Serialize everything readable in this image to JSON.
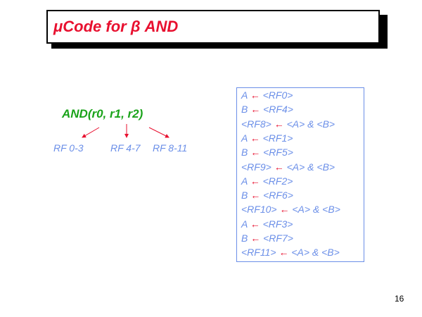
{
  "slide": {
    "title": "μCode for β AND",
    "instruction": "AND(r0, r1, r2)",
    "operands": [
      "RF 0-3",
      "RF 4-7",
      "RF 8-11"
    ],
    "code_lines": [
      {
        "dest": "A",
        "arrow": "←",
        "src": "<RF0>"
      },
      {
        "dest": "B",
        "arrow": "←",
        "src": "<RF4>"
      },
      {
        "dest": "<RF8>",
        "arrow": "←",
        "src": "<A> & <B>"
      },
      {
        "dest": "A",
        "arrow": "←",
        "src": "<RF1>"
      },
      {
        "dest": "B",
        "arrow": "←",
        "src": "<RF5>"
      },
      {
        "dest": "<RF9>",
        "arrow": "←",
        "src": "<A> & <B>"
      },
      {
        "dest": "A",
        "arrow": "←",
        "src": "<RF2>"
      },
      {
        "dest": "B",
        "arrow": "←",
        "src": "<RF6>"
      },
      {
        "dest": "<RF10>",
        "arrow": "←",
        "src": "<A> & <B>"
      },
      {
        "dest": "A",
        "arrow": "←",
        "src": "<RF3>"
      },
      {
        "dest": "B",
        "arrow": "←",
        "src": "<RF7>"
      },
      {
        "dest": "<RF11>",
        "arrow": "←",
        "src": "<A> & <B>"
      }
    ],
    "page_number": "16"
  },
  "colors": {
    "title": "#e8102f",
    "instruction": "#1aa31a",
    "operand": "#6b8fe8",
    "arrow": "#e8102f"
  }
}
